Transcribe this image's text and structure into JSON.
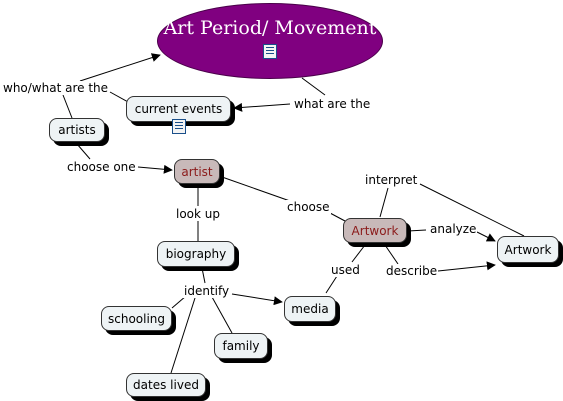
{
  "map": {
    "title": "Art Period/ Movement",
    "nodes": {
      "current_events": "current events",
      "artists": "artists",
      "artist": "artist",
      "biography": "biography",
      "artwork_center": "Artwork",
      "artwork_right": "Artwork",
      "media": "media",
      "schooling": "schooling",
      "family": "family",
      "dates_lived": "dates lived"
    },
    "links": {
      "who_what_are_the": "who/what are the",
      "what_are_the": "what are the",
      "choose_one": "choose one",
      "look_up": "look up",
      "choose": "choose",
      "interpret": "interpret",
      "analyze": "analyze",
      "used": "used",
      "describe": "describe",
      "identify": "identify"
    },
    "icons": [
      "document-icon"
    ],
    "colors": {
      "title_fill": "#800080",
      "node_fill": "#eef3f5",
      "highlight_fill": "#c8b9b9",
      "highlight_text": "#8b1a1a"
    }
  }
}
